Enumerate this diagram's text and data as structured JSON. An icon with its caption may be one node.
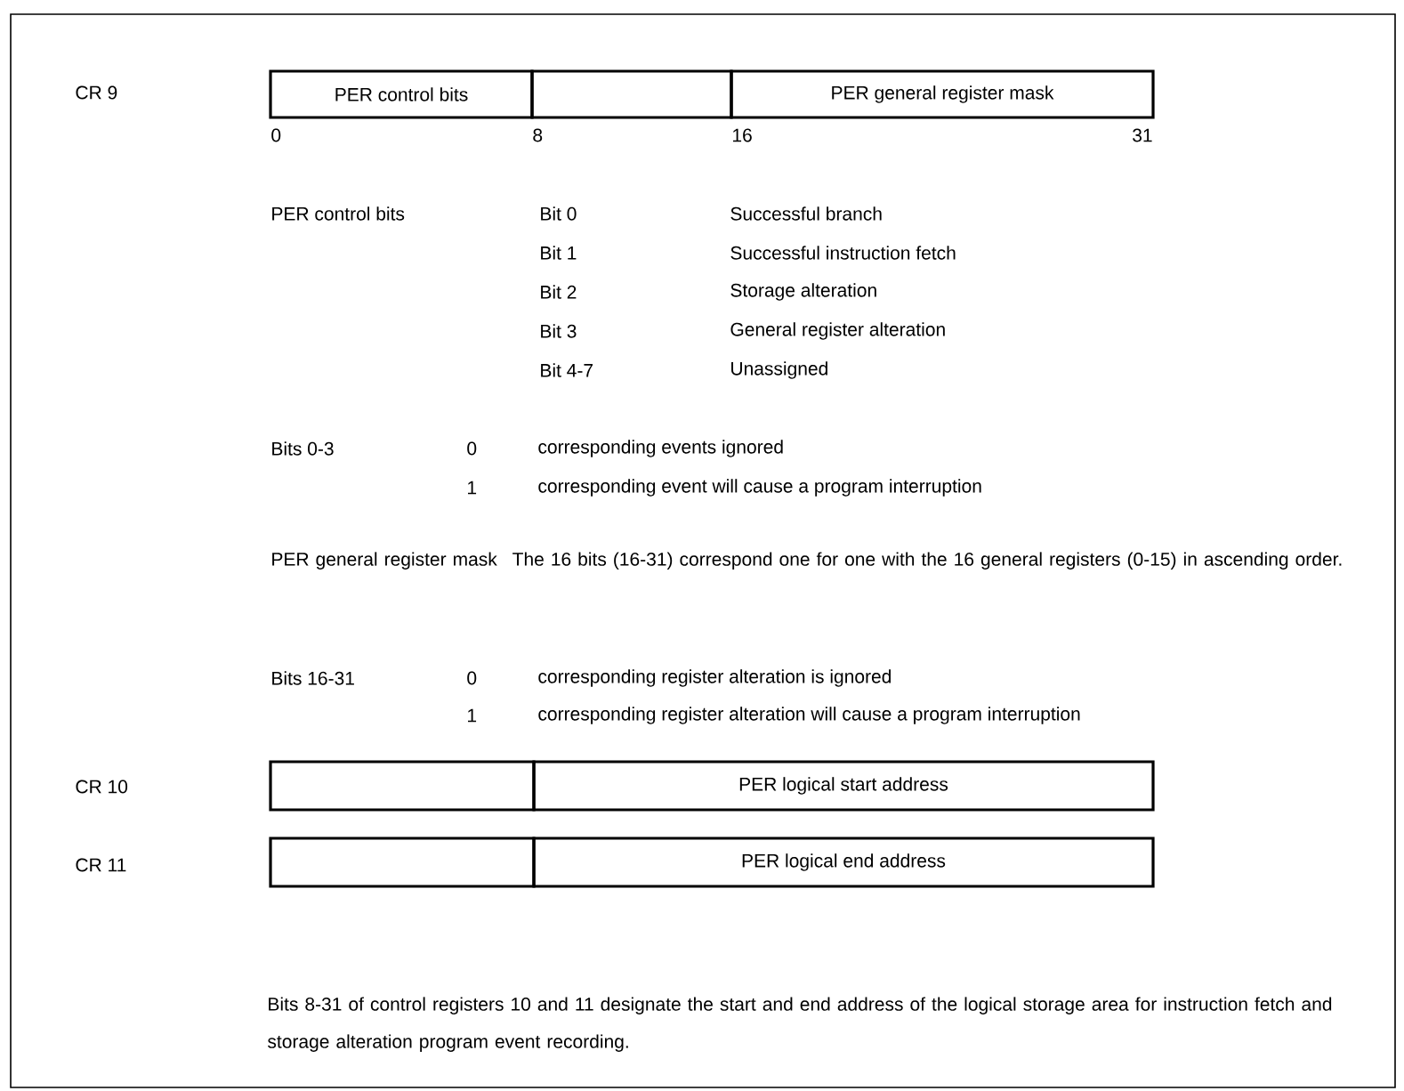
{
  "diagram": {
    "nodes": [
      {
        "text": [
          "PER control bits"
        ]
      },
      {
        "text": [],
        "shape": "box"
      },
      {
        "text": [
          "PER general register mask"
        ]
      },
      {
        "text": [],
        "shape": "box"
      },
      {
        "text": [
          "PER logical start address"
        ]
      },
      {
        "text": [],
        "shape": "box"
      },
      {
        "text": [
          "PER logical end address"
        ]
      }
    ],
    "labels": [
      "CR 9",
      "0",
      "8",
      "16",
      "31",
      "PER control bits",
      "Bit 0",
      "Successful branch",
      "Bit 1",
      "Successful instruction fetch",
      "Bit 2",
      "Storage alteration",
      "Bit 3",
      "General register alteration",
      "Bit 4-7",
      "Unassigned",
      "Bits 0-3",
      "0",
      "corresponding events ignored",
      "1",
      "corresponding event will cause a program interruption",
      "PER general register mask",
      "The 16 bits (16-31) correspond one for one with the 16 general registers (0-15) in ascending order.",
      "Bits 16-31",
      "0",
      "corresponding register alteration is ignored",
      "1",
      "corresponding register alteration will cause a program interruption",
      "CR 10",
      "CR 11",
      "Bits 8-31 of control registers 10 and 11 designate the start and end address of the logical storage area for instruction fetch and storage alteration program event recording."
    ]
  }
}
